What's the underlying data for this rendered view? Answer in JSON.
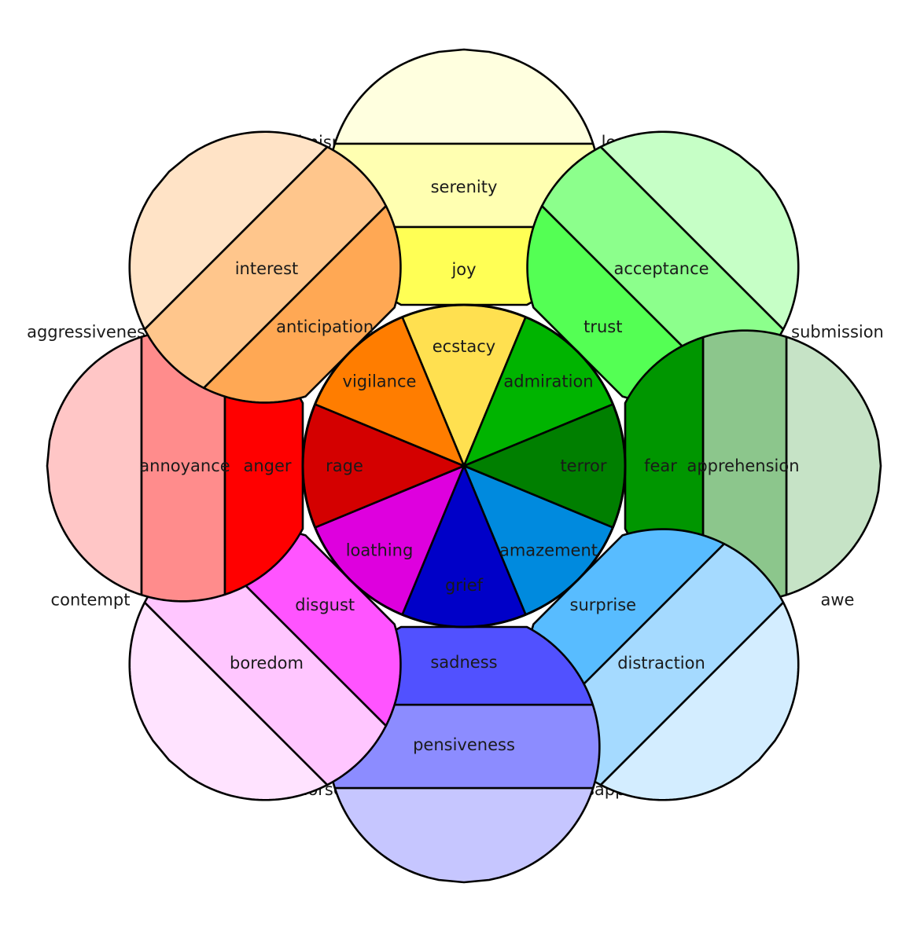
{
  "petals": [
    {
      "id": "joy",
      "levels": [
        "ecstacy",
        "joy",
        "serenity"
      ],
      "colors": [
        "#ffe050",
        "#ffff55",
        "#ffffb1",
        "#ffffdf"
      ]
    },
    {
      "id": "trust",
      "levels": [
        "admiration",
        "trust",
        "acceptance"
      ],
      "colors": [
        "#00b400",
        "#54ff54",
        "#8cff8c",
        "#c6ffc6"
      ]
    },
    {
      "id": "fear",
      "levels": [
        "terror",
        "fear",
        "apprehension"
      ],
      "colors": [
        "#007f00",
        "#009600",
        "#8cc68c",
        "#c6e3c6"
      ]
    },
    {
      "id": "surprise",
      "levels": [
        "amazement",
        "surprise",
        "distraction"
      ],
      "colors": [
        "#008ade",
        "#58bcff",
        "#a5daff",
        "#d3edff"
      ]
    },
    {
      "id": "sadness",
      "levels": [
        "grief",
        "sadness",
        "pensiveness"
      ],
      "colors": [
        "#0000c8",
        "#5151ff",
        "#8c8cff",
        "#c6c6ff"
      ]
    },
    {
      "id": "disgust",
      "levels": [
        "loathing",
        "disgust",
        "boredom"
      ],
      "colors": [
        "#de00de",
        "#ff54ff",
        "#ffc6ff",
        "#ffe3ff"
      ]
    },
    {
      "id": "anger",
      "levels": [
        "rage",
        "anger",
        "annoyance"
      ],
      "colors": [
        "#d40000",
        "#ff0000",
        "#ff8c8c",
        "#ffc6c6"
      ]
    },
    {
      "id": "anticipation",
      "levels": [
        "vigilance",
        "anticipation",
        "interest"
      ],
      "colors": [
        "#ff7d00",
        "#ffa854",
        "#ffc68c",
        "#ffe3c6"
      ]
    }
  ],
  "dyads": [
    "love",
    "submission",
    "awe",
    "disapproval",
    "remorse",
    "contempt",
    "aggressiveness",
    "optimism"
  ]
}
